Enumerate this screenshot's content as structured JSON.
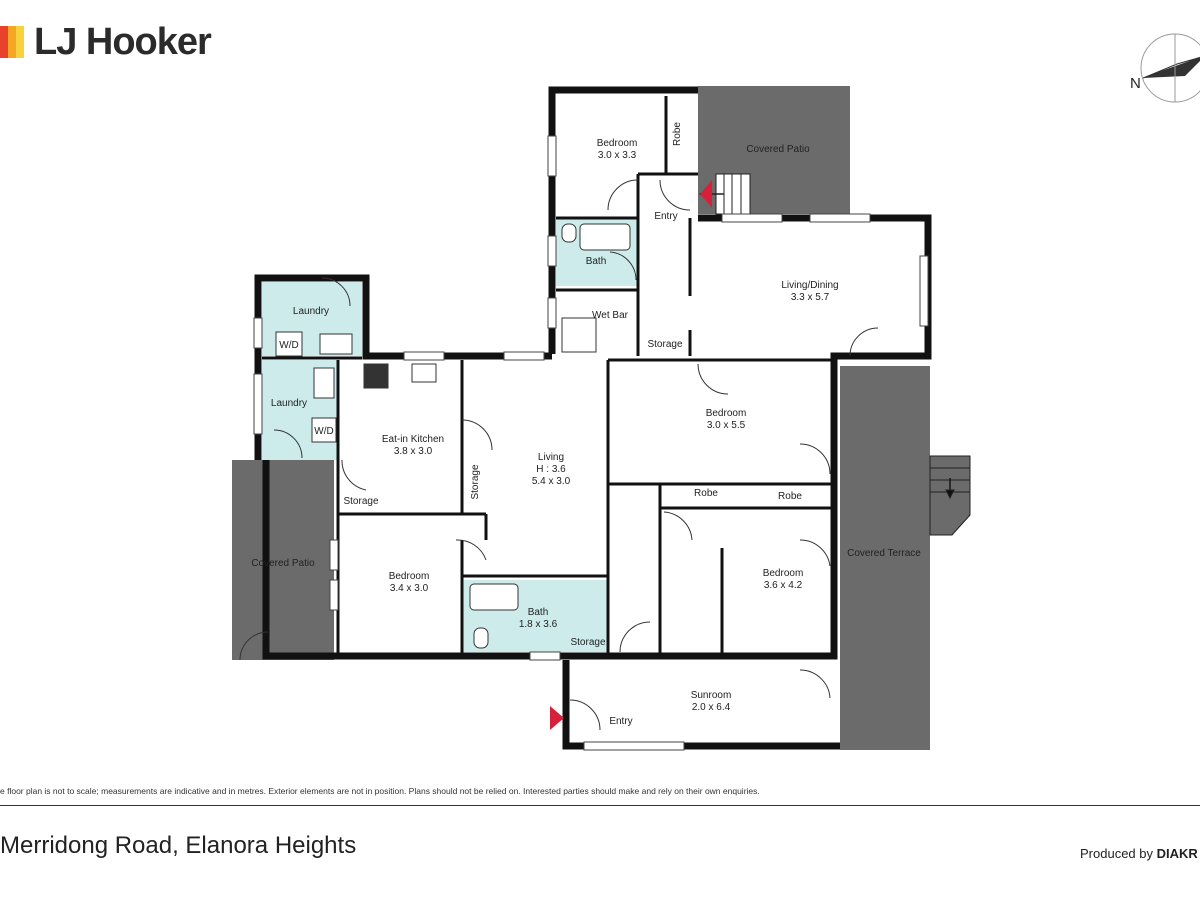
{
  "brand": {
    "name": "LJ Hooker",
    "bar_colors": [
      "#e8412c",
      "#f5a623",
      "#f7d23e"
    ],
    "text_color": "#2b2b2b"
  },
  "compass": {
    "label": "N"
  },
  "colors": {
    "wall": "#111111",
    "wet_area": "#cdebeb",
    "covered": "#6b6b6b",
    "entry_marker": "#d6213a"
  },
  "rooms": {
    "bedroom_top": "Bedroom",
    "bedroom_top_dim": "3.0 x 3.3",
    "robe_top": "Robe",
    "covered_patio_top": "Covered Patio",
    "entry_top": "Entry",
    "bath_top": "Bath",
    "wet_bar": "Wet Bar",
    "storage_wetbar": "Storage",
    "living_dining": "Living/Dining",
    "living_dining_dim": "3.3 x 5.7",
    "laundry_top": "Laundry",
    "wd_top": "W/D",
    "laundry_bottom": "Laundry",
    "wd_bottom": "W/D",
    "kitchen": "Eat-in Kitchen",
    "kitchen_dim": "3.8 x 3.0",
    "storage_kitchen": "Storage",
    "storage_living": "Storage",
    "living": "Living",
    "living_height": "H : 3.6",
    "living_dim": "5.4 x 3.0",
    "bedroom_mid": "Bedroom",
    "bedroom_mid_dim": "3.0 x 5.5",
    "robe_left": "Robe",
    "robe_right": "Robe",
    "bedroom_right": "Bedroom",
    "bedroom_right_dim": "3.6 x 4.2",
    "covered_terrace": "Covered Terrace",
    "covered_patio_left": "Covered Patio",
    "bedroom_left": "Bedroom",
    "bedroom_left_dim": "3.4 x 3.0",
    "bath_bottom": "Bath",
    "bath_bottom_dim": "1.8 x 3.6",
    "storage_bath": "Storage",
    "sunroom": "Sunroom",
    "sunroom_dim": "2.0 x 6.4",
    "entry_bottom": "Entry"
  },
  "disclaimer": "e floor plan is not to scale; measurements are indicative and in metres. Exterior elements are not in position. Plans should not be relied on. Interested parties should make and rely on their own enquiries.",
  "address": "Merridong Road, Elanora Heights",
  "producer": {
    "prefix": "Produced by",
    "name": "DIAKR"
  }
}
